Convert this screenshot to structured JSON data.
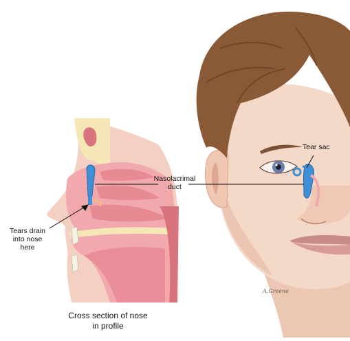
{
  "labels": {
    "tear_sac": "Tear sac",
    "nasolacrimal_line1": "Nasolacrimal",
    "nasolacrimal_line2": "duct",
    "tears_line1": "Tears drain",
    "tears_line2": "into nose",
    "tears_line3": "here"
  },
  "caption": {
    "line1": "Cross section of nose",
    "line2": "in profile"
  },
  "signature": "A.Greene",
  "colors": {
    "skin": "#f4d8c8",
    "skin_shadow": "#e6bba5",
    "hair": "#8a5a36",
    "hair_dark": "#5e3a20",
    "mucosa": "#f2a9ae",
    "mucosa_dark": "#d9737d",
    "bone": "#f5e8b6",
    "duct_blue": "#3f8fd6",
    "iris": "#6d7fa8"
  }
}
